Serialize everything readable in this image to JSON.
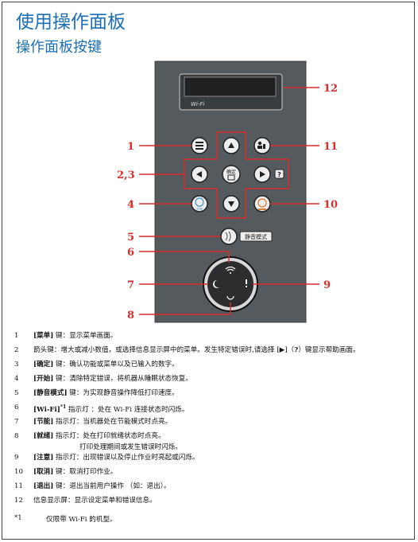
{
  "title": "使用操作面板",
  "subtitle": "操作面板按键",
  "panel": {
    "wifi_label": "Wi-Fi",
    "ok_label_top": "确定",
    "help_glyph": "?",
    "start_text": "开始",
    "quiet_label": "静音模式"
  },
  "callouts": [
    "12",
    "1",
    "11",
    "2,3",
    "4",
    "10",
    "5",
    "6",
    "7",
    "9",
    "8"
  ],
  "items": [
    {
      "num": "1",
      "key": "[菜单]",
      "text": " 键：显示菜单画面。"
    },
    {
      "num": "2",
      "key": "",
      "text": "箭头键：增大或减小数值，或选择信息显示屏中的菜单。发生特定错误时,请选择 [▶]（",
      "help": "?",
      "text2": "）键显示帮助画面。"
    },
    {
      "num": "3",
      "key": "[确定]",
      "text": " 键：确认功能或菜单以及已输入的数字。"
    },
    {
      "num": "4",
      "key": "[开始]",
      "text": " 键：清除特定错误，将机器从睡眠状态恢复。"
    },
    {
      "num": "5",
      "key": "[静音模式]",
      "text": " 键：为实现静音操作降低打印速度。"
    },
    {
      "num": "6",
      "key": "[Wi-Fi]",
      "sup": "*1",
      "text": " 指示灯 ：处在 Wi-Fi 连接状态时闪烁。"
    },
    {
      "num": "7",
      "key": "[节能]",
      "text": " 指示灯：当机器处在节能模式时点亮。"
    },
    {
      "num": "8",
      "key": "[就绪]",
      "text": " 指示灯：处在打印就绪状态时点亮。",
      "text_line2": "打印处理期间或发生错误时闪烁。"
    },
    {
      "num": "9",
      "key": "[注意]",
      "text": " 指示灯：出现错误以及停止作业时亮起或闪烁。"
    },
    {
      "num": "10",
      "key": "[取消]",
      "text": " 键：取消打印作业。"
    },
    {
      "num": "11",
      "key": "[退出]",
      "text": " 键：退出当前用户操作 （如：退出）。"
    },
    {
      "num": "12",
      "key": "",
      "text": "信息显示屏：显示设定菜单和错误信息。"
    }
  ],
  "footnote": {
    "num": "*1",
    "text": "仅限带 Wi-Fi 的机型。"
  },
  "colors": {
    "heading": "#1b6fb5",
    "callout": "#d62d2d",
    "panel": "#555a5e"
  }
}
